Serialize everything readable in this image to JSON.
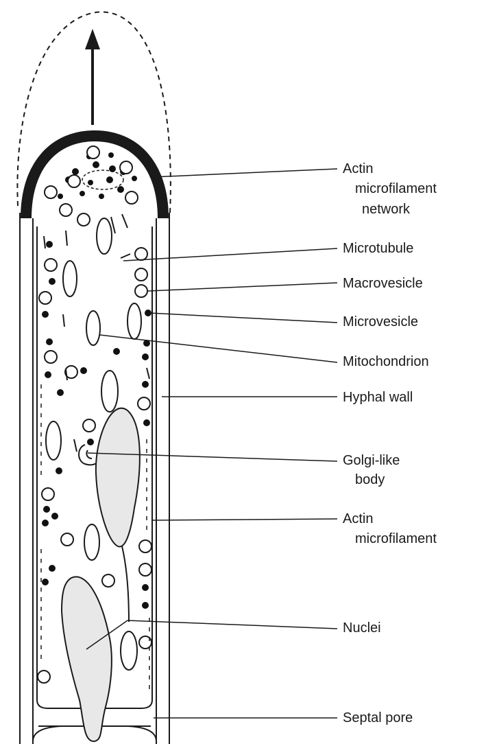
{
  "labels": {
    "actin_network": {
      "line1": "Actin",
      "line2": "microfilament",
      "line3": "network"
    },
    "microtubule": "Microtubule",
    "macrovesicle": "Macrovesicle",
    "microvesicle": "Microvesicle",
    "mitochondrion": "Mitochondrion",
    "hyphal_wall": "Hyphal wall",
    "golgi": {
      "line1": "Golgi-like",
      "line2": "body"
    },
    "actin_filament": {
      "line1": "Actin",
      "line2": "microfilament"
    },
    "nuclei": "Nuclei",
    "septal_pore": "Septal pore"
  },
  "colors": {
    "stroke": "#1a1a1a",
    "organelle_fill": "#e8e8e8",
    "vesicle_fill": "#ffffff",
    "microvesicle_fill": "#111111"
  }
}
